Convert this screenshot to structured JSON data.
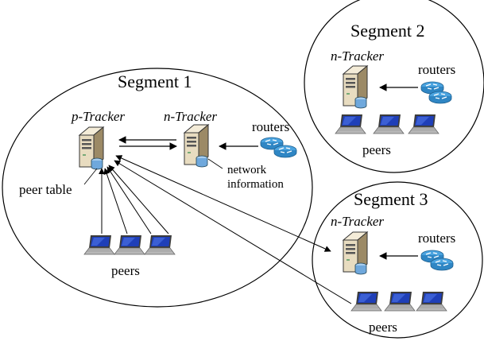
{
  "segments": {
    "s1": {
      "title": "Segment 1"
    },
    "s2": {
      "title": "Segment 2"
    },
    "s3": {
      "title": "Segment 3"
    }
  },
  "labels": {
    "p_tracker": "p-Tracker",
    "n_tracker_1": "n-Tracker",
    "n_tracker_2": "n-Tracker",
    "n_tracker_3": "n-Tracker",
    "routers_1": "routers",
    "routers_2": "routers",
    "routers_3": "routers",
    "peers_1": "peers",
    "peers_2": "peers",
    "peers_3": "peers",
    "peer_table": "peer table",
    "network_info_line1": "network",
    "network_info_line2": "information"
  },
  "colors": {
    "server_body": "#e8dcc0",
    "server_shade": "#9c8a66",
    "db_blue": "#6fa8dc",
    "router_blue": "#4aa3df",
    "laptop_screen": "#1f3fb8",
    "laptop_body": "#b8b8b8"
  }
}
